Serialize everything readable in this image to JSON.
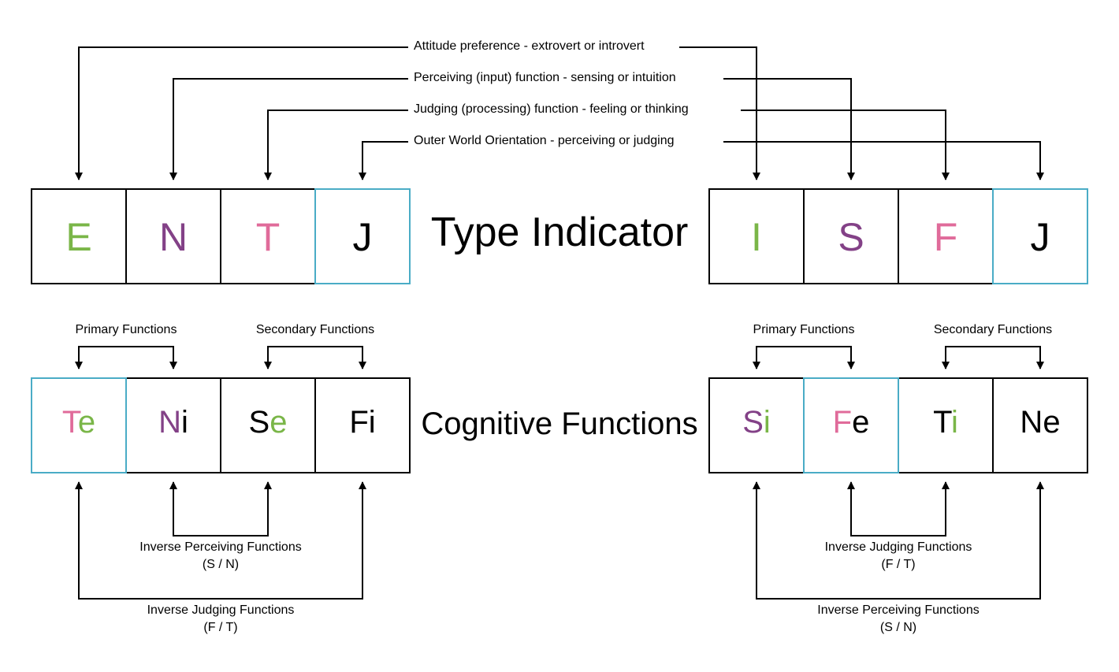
{
  "colors": {
    "green": "#7ab648",
    "purple": "#834187",
    "pink": "#e06b9a",
    "black": "#000000",
    "blue": "#4aacc6"
  },
  "top_labels": {
    "attitude": "Attitude preference - extrovert or introvert",
    "perceiving": "Perceiving (input) function - sensing or intuition",
    "judging": "Judging (processing) function - feeling or thinking",
    "outer": "Outer World Orientation - perceiving or judging"
  },
  "titles": {
    "type_indicator": "Type Indicator",
    "cognitive_functions": "Cognitive Functions"
  },
  "left": {
    "type_letters": [
      {
        "text": "E",
        "color": "green",
        "border": "black"
      },
      {
        "text": "N",
        "color": "purple",
        "border": "black"
      },
      {
        "text": "T",
        "color": "pink",
        "border": "black"
      },
      {
        "text": "J",
        "color": "black",
        "border": "blue"
      }
    ],
    "functions": [
      {
        "a": "T",
        "a_color": "pink",
        "b": "e",
        "b_color": "green",
        "border": "blue"
      },
      {
        "a": "N",
        "a_color": "purple",
        "b": "i",
        "b_color": "black",
        "border": "black"
      },
      {
        "a": "S",
        "a_color": "black",
        "b": "e",
        "b_color": "green",
        "border": "black"
      },
      {
        "a": "F",
        "a_color": "black",
        "b": "i",
        "b_color": "black",
        "border": "black"
      }
    ],
    "primary_label": "Primary Functions",
    "secondary_label": "Secondary Functions",
    "inner_label": "Inverse Perceiving Functions",
    "inner_sub": "(S / N)",
    "outer_label": "Inverse Judging Functions",
    "outer_sub": "(F / T)"
  },
  "right": {
    "type_letters": [
      {
        "text": "I",
        "color": "green",
        "border": "black"
      },
      {
        "text": "S",
        "color": "purple",
        "border": "black"
      },
      {
        "text": "F",
        "color": "pink",
        "border": "black"
      },
      {
        "text": "J",
        "color": "black",
        "border": "blue"
      }
    ],
    "functions": [
      {
        "a": "S",
        "a_color": "purple",
        "b": "i",
        "b_color": "green",
        "border": "black"
      },
      {
        "a": "F",
        "a_color": "pink",
        "b": "e",
        "b_color": "black",
        "border": "blue"
      },
      {
        "a": "T",
        "a_color": "black",
        "b": "i",
        "b_color": "green",
        "border": "black"
      },
      {
        "a": "N",
        "a_color": "black",
        "b": "e",
        "b_color": "black",
        "border": "black"
      }
    ],
    "primary_label": "Primary Functions",
    "secondary_label": "Secondary Functions",
    "inner_label": "Inverse Judging Functions",
    "inner_sub": "(F / T)",
    "outer_label": "Inverse Perceiving Functions",
    "outer_sub": "(S / N)"
  }
}
